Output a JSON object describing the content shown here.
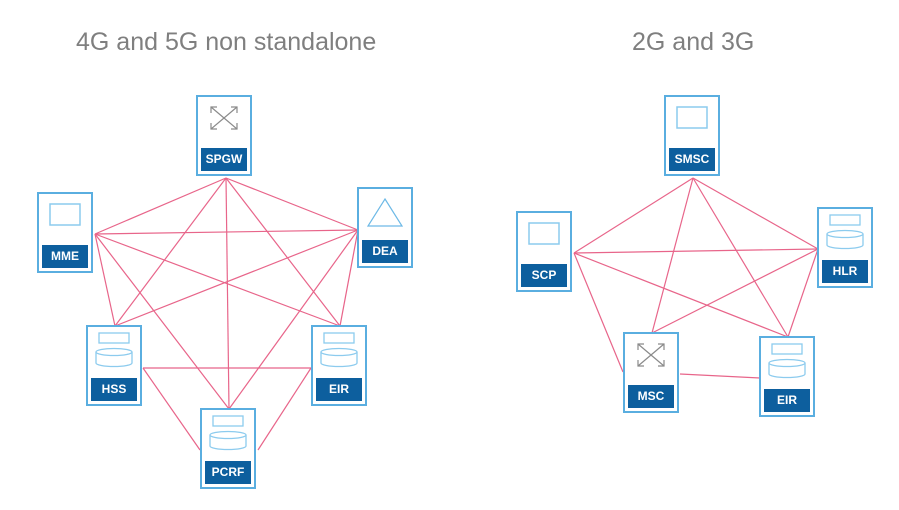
{
  "diagrams": [
    {
      "title": "4G and 5G non standalone",
      "nodes": [
        {
          "id": "spgw",
          "label": "SPGW",
          "icon": "switch-arrows-icon"
        },
        {
          "id": "mme",
          "label": "MME",
          "icon": "screen-icon"
        },
        {
          "id": "dea",
          "label": "DEA",
          "icon": "triangle-icon"
        },
        {
          "id": "hss",
          "label": "HSS",
          "icon": "database-icon"
        },
        {
          "id": "eir",
          "label": "EIR",
          "icon": "database-icon"
        },
        {
          "id": "pcrf",
          "label": "PCRF",
          "icon": "database-icon"
        }
      ],
      "links": [
        [
          "spgw",
          "mme"
        ],
        [
          "spgw",
          "dea"
        ],
        [
          "spgw",
          "hss"
        ],
        [
          "spgw",
          "eir"
        ],
        [
          "spgw",
          "pcrf"
        ],
        [
          "mme",
          "dea"
        ],
        [
          "mme",
          "hss"
        ],
        [
          "mme",
          "eir"
        ],
        [
          "mme",
          "pcrf"
        ],
        [
          "dea",
          "hss"
        ],
        [
          "dea",
          "eir"
        ],
        [
          "dea",
          "pcrf"
        ],
        [
          "hss",
          "eir"
        ],
        [
          "hss",
          "pcrf"
        ],
        [
          "eir",
          "pcrf"
        ]
      ]
    },
    {
      "title": "2G and 3G",
      "nodes": [
        {
          "id": "smsc",
          "label": "SMSC",
          "icon": "screen-icon"
        },
        {
          "id": "scp",
          "label": "SCP",
          "icon": "screen-icon"
        },
        {
          "id": "hlr",
          "label": "HLR",
          "icon": "database-icon"
        },
        {
          "id": "msc",
          "label": "MSC",
          "icon": "switch-arrows-icon"
        },
        {
          "id": "eir2",
          "label": "EIR",
          "icon": "database-icon"
        }
      ],
      "links": [
        [
          "smsc",
          "scp"
        ],
        [
          "smsc",
          "hlr"
        ],
        [
          "smsc",
          "msc"
        ],
        [
          "smsc",
          "eir2"
        ],
        [
          "scp",
          "hlr"
        ],
        [
          "scp",
          "msc"
        ],
        [
          "scp",
          "eir2"
        ],
        [
          "hlr",
          "msc"
        ],
        [
          "hlr",
          "eir2"
        ],
        [
          "msc",
          "eir2"
        ]
      ]
    }
  ],
  "colors": {
    "link": "#e8658a",
    "node_border": "#5aaee0",
    "label_bg": "#0d5f9e",
    "label_text": "#ffffff",
    "title": "#7f7f7f"
  }
}
